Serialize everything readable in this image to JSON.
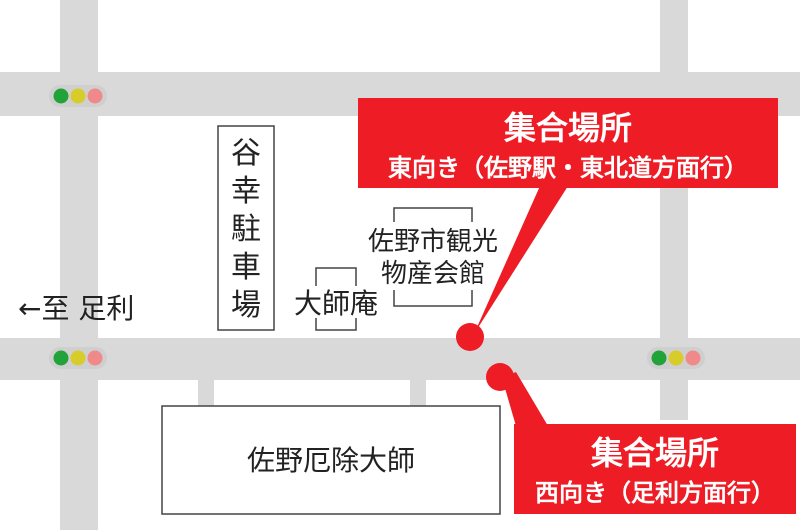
{
  "colors": {
    "road": "#d9d9d9",
    "block": "#ffffff",
    "callout": "#ee1c25",
    "callout_text": "#ffffff",
    "marker": "#ee1c25",
    "building_border": "#555555",
    "text": "#222222",
    "light_green": "#22a33a",
    "light_yellow": "#d8cc2a",
    "light_red": "#f08a8a"
  },
  "labels": {
    "parking": [
      "谷",
      "幸",
      "駐",
      "車",
      "場"
    ],
    "kanko_line1": "佐野市観光",
    "kanko_line2": "物産会館",
    "daishian": "大師庵",
    "yakuyoke": "佐野厄除大師",
    "direction": "←至 足利"
  },
  "callouts": {
    "east": {
      "title": "集合場所",
      "subtitle": "東向き（佐野駅・東北道方面行）"
    },
    "west": {
      "title": "集合場所",
      "subtitle": "西向き（足利方面行）"
    }
  },
  "icons": {
    "traffic_light": "traffic-light-icon",
    "meeting_point": "meeting-point-marker-icon"
  }
}
